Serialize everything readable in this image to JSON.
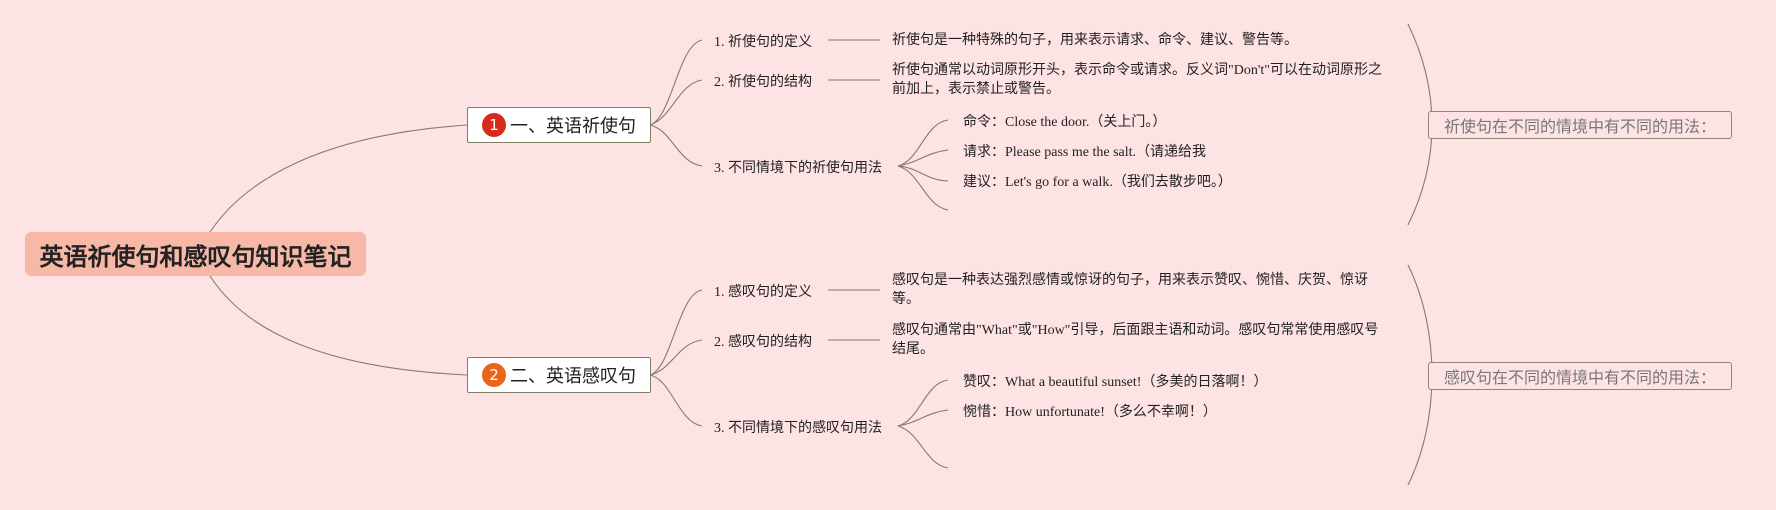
{
  "root": {
    "title": "英语祈使句和感叹句知识笔记"
  },
  "branches": [
    {
      "number": "1",
      "label": "一、英语祈使句",
      "badge_color": "#d72c1a",
      "subtopics": [
        {
          "label": "1. 祈使句的定义",
          "description": "祈使句是一种特殊的句子，用来表示请求、命令、建议、警告等。"
        },
        {
          "label": "2. 祈使句的结构",
          "description": "祈使句通常以动词原形开头，表示命令或请求。反义词\"Don't\"可以在动词原形之前加上，表示禁止或警告。"
        },
        {
          "label": "3. 不同情境下的祈使句用法",
          "items": [
            "命令：Close the door.（关上门。）",
            "请求：Please pass me the salt.（请递给我",
            "建议：Let's go for a walk.（我们去散步吧。）"
          ]
        }
      ],
      "summary": "祈使句在不同的情境中有不同的用法："
    },
    {
      "number": "2",
      "label": "二、英语感叹句",
      "badge_color": "#e8661c",
      "subtopics": [
        {
          "label": "1. 感叹句的定义",
          "description": "感叹句是一种表达强烈感情或惊讶的句子，用来表示赞叹、惋惜、庆贺、惊讶等。"
        },
        {
          "label": "2. 感叹句的结构",
          "description": "感叹句通常由\"What\"或\"How\"引导，后面跟主语和动词。感叹句常常使用感叹号结尾。"
        },
        {
          "label": "3. 不同情境下的感叹句用法",
          "items": [
            "赞叹：What a beautiful sunset!（多美的日落啊！）",
            "惋惜：How unfortunate!（多么不幸啊！）"
          ]
        }
      ],
      "summary": "感叹句在不同的情境中有不同的用法："
    }
  ],
  "colors": {
    "background": "#fde3e3",
    "root_fill": "#f8b8a8",
    "line": "#7f7f66"
  }
}
